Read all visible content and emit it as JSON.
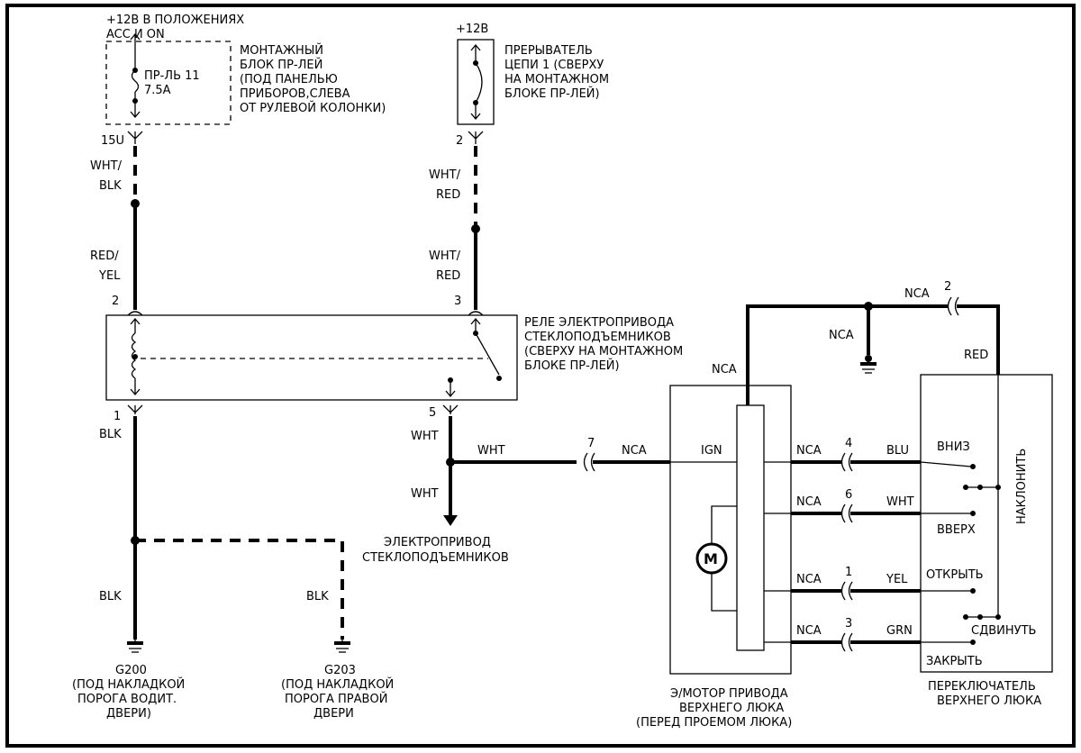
{
  "supply_left": {
    "line1": "+12В В ПОЛОЖЕНИЯХ",
    "line2": "ACC И ON"
  },
  "fuse_block": {
    "lines": [
      "МОНТАЖНЫЙ",
      "БЛОК ПР-ЛЕЙ",
      "(ПОД ПАНЕЛЬЮ",
      "ПРИБОРОВ,СЛЕВА",
      "ОТ РУЛЕВОЙ КОЛОНКИ)"
    ]
  },
  "fuse": {
    "line1": "ПР-ЛЬ 11",
    "line2": "7.5A"
  },
  "supply_right": "+12В",
  "breaker": {
    "lines": [
      "ПРЕРЫВАТЕЛЬ",
      "ЦЕПИ 1 (СВЕРХУ",
      "НА МОНТАЖНОМ",
      "БЛОКЕ ПР-ЛЕЙ)"
    ]
  },
  "relay": {
    "lines": [
      "РЕЛЕ ЭЛЕКТРОПРИВОДА",
      "СТЕКЛОПОДЪЕМНИКОВ",
      "(СВЕРХУ НА МОНТАЖНОМ",
      "БЛОКЕ ПР-ЛЕЙ)"
    ]
  },
  "pins": {
    "p15u": "15U",
    "p2top": "2",
    "p2relay": "2",
    "p3relay": "3",
    "p1relay": "1",
    "p5relay": "5",
    "c7": "7",
    "c2": "2",
    "c4": "4",
    "c6": "6",
    "c1": "1",
    "c3": "3"
  },
  "wires": {
    "wht": "WHT/",
    "blk": "BLK",
    "red": "RED/",
    "yel": "YEL",
    "wht_r1": "WHT/",
    "red_r1": "RED",
    "wht_r2": "WHT/",
    "red_r2": "RED",
    "blk1": "BLK",
    "wht5": "WHT",
    "wht_h": "WHT",
    "wht_d": "WHT",
    "blk_g200": "BLK",
    "blk_g203": "BLK",
    "nca_c7": "NCA",
    "nca_top": "NCA",
    "nca_top2": "NCA",
    "nca_mid": "NCA",
    "red_sw": "RED",
    "nca4": "NCA",
    "blu": "BLU",
    "nca6": "NCA",
    "wht6": "WHT",
    "nca1": "NCA",
    "yel1": "YEL",
    "nca3": "NCA",
    "grn": "GRN"
  },
  "load": {
    "line1": "ЭЛЕКТРОПРИВОД",
    "line2": "СТЕКЛОПОДЪЕМНИКОВ"
  },
  "g200": {
    "id": "G200",
    "lines": [
      "(ПОД НАКЛАДКОЙ",
      "ПОРОГА ВОДИТ.",
      "ДВЕРИ)"
    ]
  },
  "g203": {
    "id": "G203",
    "lines": [
      "(ПОД НАКЛАДКОЙ",
      "ПОРОГА ПРАВОЙ",
      "ДВЕРИ"
    ]
  },
  "motor": {
    "ign": "IGN",
    "symbol": "M",
    "lines": [
      "Э/МОТОР ПРИВОДА",
      "ВЕРХНЕГО ЛЮКА",
      "(ПЕРЕД ПРОЕМОМ ЛЮКА)"
    ]
  },
  "switch": {
    "down": "ВНИЗ",
    "up": "ВВЕРХ",
    "open": "ОТКРЫТЬ",
    "slide": "СДВИНУТЬ",
    "close": "ЗАКРЫТЬ",
    "tilt": "НАКЛОНИТЬ",
    "lines": [
      "ПЕРЕКЛЮЧАТЕЛЬ",
      "ВЕРХНЕГО ЛЮКА"
    ]
  }
}
